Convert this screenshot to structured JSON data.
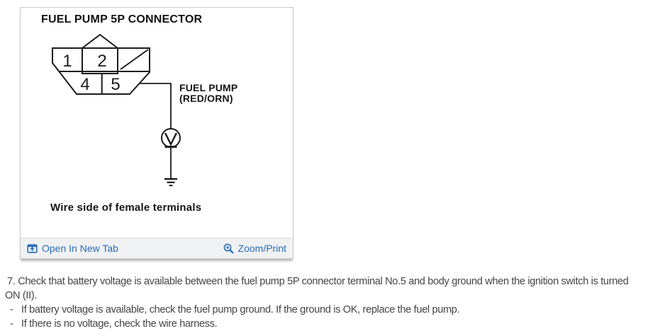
{
  "card": {
    "title": "FUEL PUMP 5P CONNECTOR",
    "footer": {
      "open_in_new_tab_label": "Open In New Tab",
      "zoom_print_label": "Zoom/Print"
    }
  },
  "diagram": {
    "pins": [
      "1",
      "2",
      "4",
      "5"
    ],
    "wire_label_line1": "FUEL PUMP",
    "wire_label_line2": "(RED/ORN)",
    "voltmeter_symbol": "V",
    "caption": "Wire side of female terminals"
  },
  "instructions": {
    "step_number": "7.",
    "step_text": "Check that battery voltage is available between the fuel pump 5P connector terminal No.5 and body ground when the ignition switch is turned ON (II).",
    "bullets": [
      {
        "dash": "-",
        "text": "If battery voltage is available, check the fuel pump ground. If the ground is OK, replace the fuel pump."
      },
      {
        "dash": "-",
        "text": "If there is no voltage, check the wire harness."
      }
    ]
  },
  "colors": {
    "link_blue": "#2a6cb5",
    "diagram_ink": "#1c1c1c",
    "body_text": "#454545",
    "card_border": "#cccccc",
    "footer_background": "#f0f1f3"
  }
}
